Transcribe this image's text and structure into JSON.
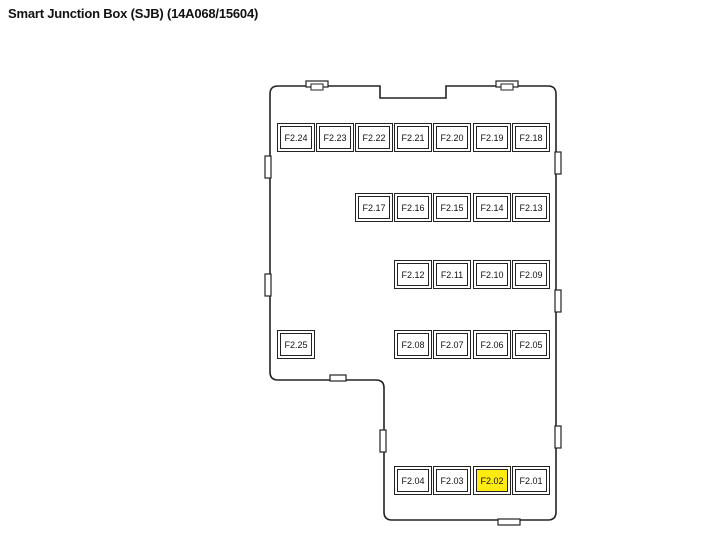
{
  "title": "Smart Junction Box (SJB) (14A068/15604)",
  "highlight_color": "#ffeb0f",
  "fuses": [
    {
      "label": "F2.24",
      "highlighted": false
    },
    {
      "label": "F2.23",
      "highlighted": false
    },
    {
      "label": "F2.22",
      "highlighted": false
    },
    {
      "label": "F2.21",
      "highlighted": false
    },
    {
      "label": "F2.20",
      "highlighted": false
    },
    {
      "label": "F2.19",
      "highlighted": false
    },
    {
      "label": "F2.18",
      "highlighted": false
    },
    {
      "label": "F2.17",
      "highlighted": false
    },
    {
      "label": "F2.16",
      "highlighted": false
    },
    {
      "label": "F2.15",
      "highlighted": false
    },
    {
      "label": "F2.14",
      "highlighted": false
    },
    {
      "label": "F2.13",
      "highlighted": false
    },
    {
      "label": "F2.12",
      "highlighted": false
    },
    {
      "label": "F2.11",
      "highlighted": false
    },
    {
      "label": "F2.10",
      "highlighted": false
    },
    {
      "label": "F2.09",
      "highlighted": false
    },
    {
      "label": "F2.25",
      "highlighted": false
    },
    {
      "label": "F2.08",
      "highlighted": false
    },
    {
      "label": "F2.07",
      "highlighted": false
    },
    {
      "label": "F2.06",
      "highlighted": false
    },
    {
      "label": "F2.05",
      "highlighted": false
    },
    {
      "label": "F2.04",
      "highlighted": false
    },
    {
      "label": "F2.03",
      "highlighted": false
    },
    {
      "label": "F2.02",
      "highlighted": true
    },
    {
      "label": "F2.01",
      "highlighted": false
    }
  ]
}
